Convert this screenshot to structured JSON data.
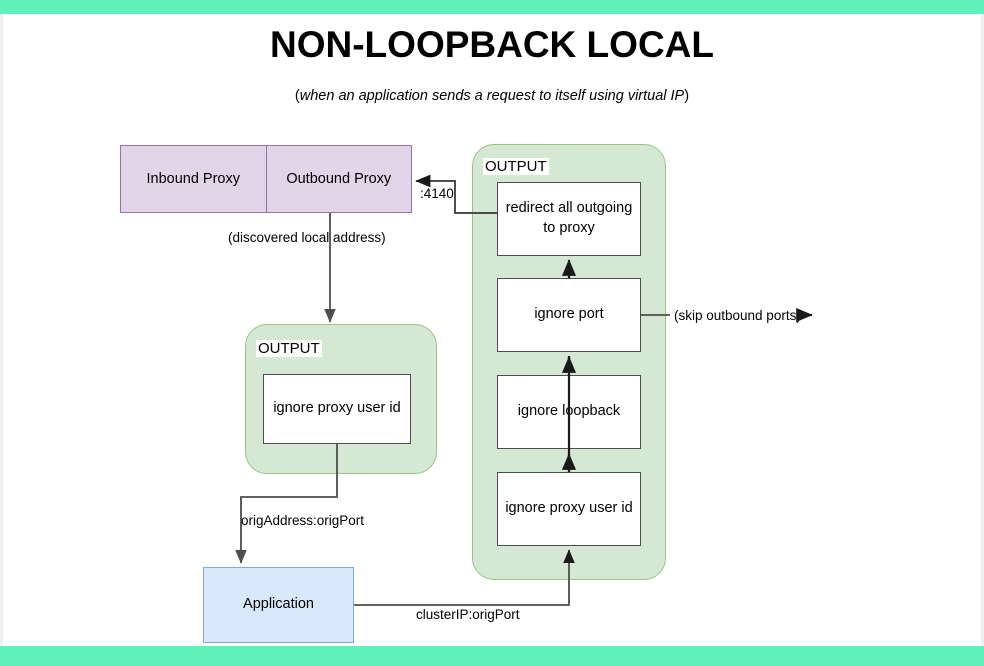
{
  "slide": {
    "title": "NON-LOOPBACK LOCAL",
    "subtitle_prefix": "(",
    "subtitle_italic": "when an application sends a request to itself using virtual IP",
    "subtitle_suffix": ")",
    "accent_bar_color": "#5FF3BB",
    "background_color": "#FFFFFF"
  },
  "proxy": {
    "inbound_label": "Inbound Proxy",
    "outbound_label": "Outbound Proxy",
    "fill_color": "#E1D5E7",
    "border_color": "#9673A6"
  },
  "groups": {
    "left": {
      "label": "OUTPUT",
      "fill_color": "#D5E8D4",
      "border_color": "#9CC47F",
      "nodes": [
        {
          "label": "ignore proxy user id"
        }
      ]
    },
    "right": {
      "label": "OUTPUT",
      "fill_color": "#D5E8D4",
      "border_color": "#9CC47F",
      "nodes": [
        {
          "label": "redirect all outgoing to proxy"
        },
        {
          "label": "ignore port"
        },
        {
          "label": "ignore loopback"
        },
        {
          "label": "ignore proxy user id"
        }
      ]
    }
  },
  "application": {
    "label": "Application",
    "fill_color": "#DAE8FC",
    "border_color": "#7EA6E0"
  },
  "edge_labels": {
    "port": ":4140",
    "discovered_local_address": "(discovered local address)",
    "skip_outbound_ports": "(skip outbound ports)",
    "orig_address_orig_port": "origAddress:origPort",
    "cluster_ip_orig_port": "clusterIP:origPort"
  }
}
